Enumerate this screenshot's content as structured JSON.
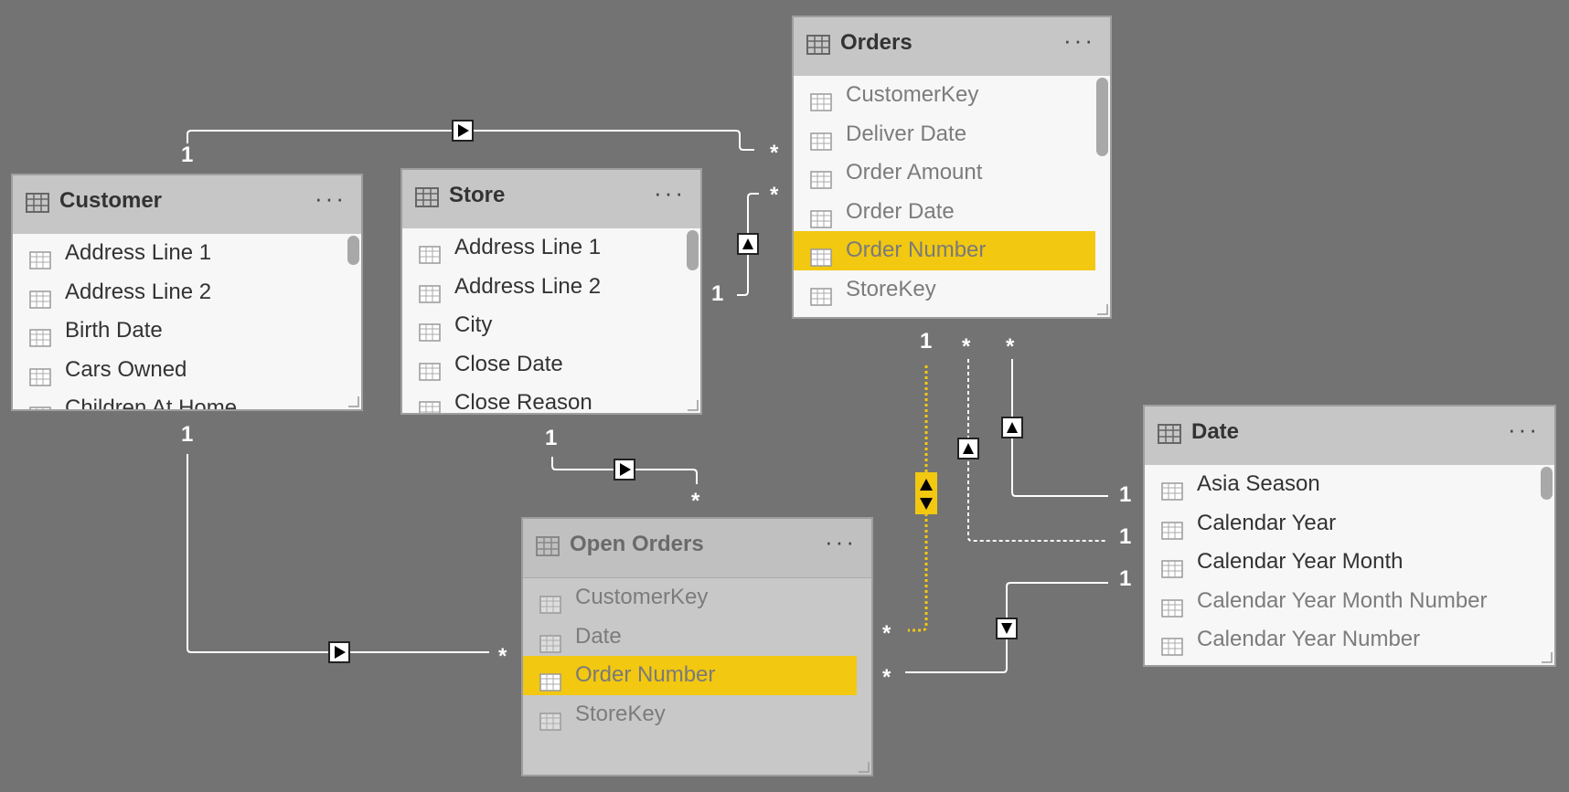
{
  "tables": {
    "customer": {
      "title": "Customer",
      "more": "···",
      "columns": [
        "Address Line 1",
        "Address Line 2",
        "Birth Date",
        "Cars Owned",
        "Children At Home"
      ]
    },
    "store": {
      "title": "Store",
      "more": "···",
      "columns": [
        "Address Line 1",
        "Address Line 2",
        "City",
        "Close Date",
        "Close Reason"
      ]
    },
    "orders": {
      "title": "Orders",
      "more": "···",
      "columns": [
        "CustomerKey",
        "Deliver Date",
        "Order Amount",
        "Order Date",
        "Order Number",
        "StoreKey"
      ],
      "selected": "Order Number"
    },
    "open_orders": {
      "title": "Open Orders",
      "more": "···",
      "columns": [
        "CustomerKey",
        "Date",
        "Order Number",
        "StoreKey"
      ],
      "selected": "Order Number"
    },
    "date": {
      "title": "Date",
      "more": "···",
      "columns": [
        "Asia Season",
        "Calendar Year",
        "Calendar Year Month",
        "Calendar Year Month Number",
        "Calendar Year Number"
      ]
    }
  },
  "cardinality": {
    "one": "1",
    "many": "*"
  },
  "colors": {
    "background": "#737373",
    "highlight": "#f2c811",
    "line": "#ffffff"
  }
}
